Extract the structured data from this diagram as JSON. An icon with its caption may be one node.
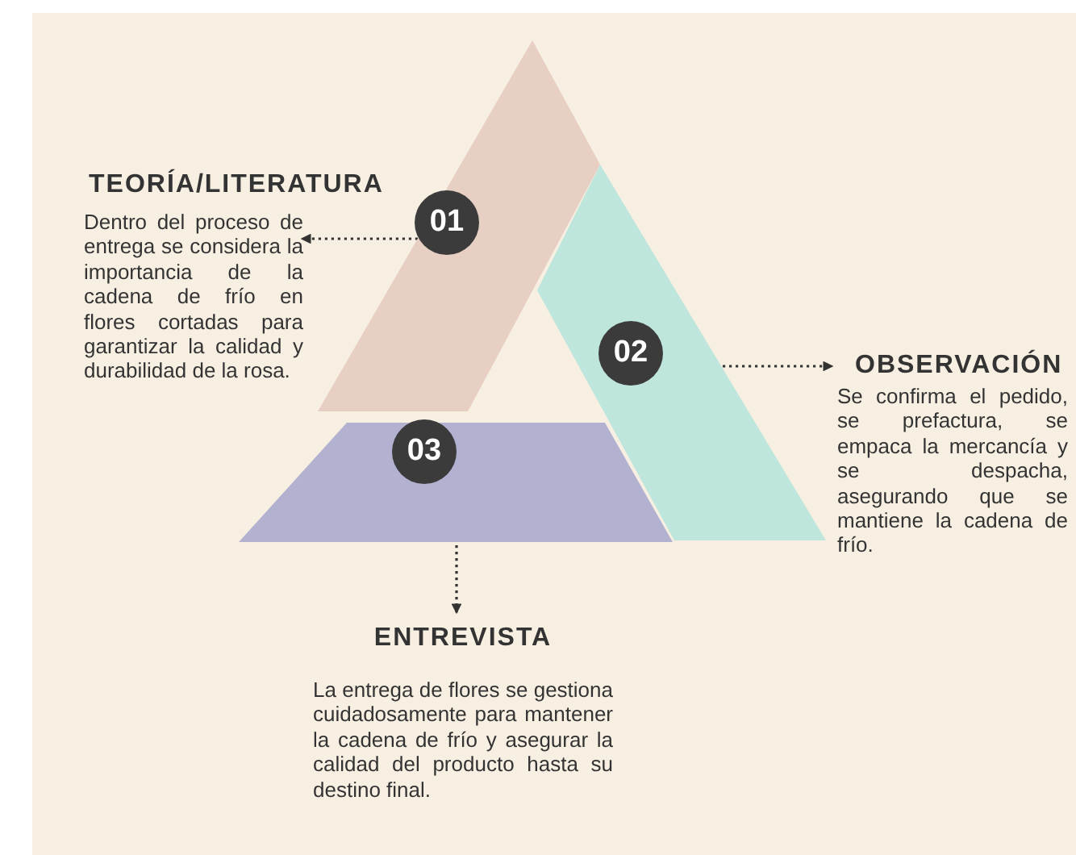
{
  "diagram": {
    "nodes": [
      {
        "text": [
          "01"
        ]
      },
      {
        "text": [
          "TEORÍA/LITERATURA",
          "Dentro del proceso de entrega se considera la importancia de la cadena de frío en flores cortadas para garantizar la calidad y durabilidad de la rosa."
        ]
      },
      {
        "text": [
          "02"
        ]
      },
      {
        "text": [
          "OBSERVACIÓN",
          "Se confirma el pedido, se prefactura, se empaca la mercancía y se despacha, asegurando que se mantiene la cadena de frío."
        ]
      },
      {
        "text": [
          "03"
        ]
      },
      {
        "text": [
          "ENTREVISTA",
          "La entrega de flores se gestiona cuidadosamente para mantener la cadena de frío y asegurar la calidad del producto hasta su destino final."
        ]
      }
    ],
    "edges": [
      {
        "from": 0,
        "to": 1,
        "arrow": "to",
        "style": "dashed"
      },
      {
        "from": 2,
        "to": 3,
        "arrow": "to",
        "style": "dashed"
      },
      {
        "from": 4,
        "to": 5,
        "arrow": "to",
        "style": "dashed"
      }
    ]
  }
}
